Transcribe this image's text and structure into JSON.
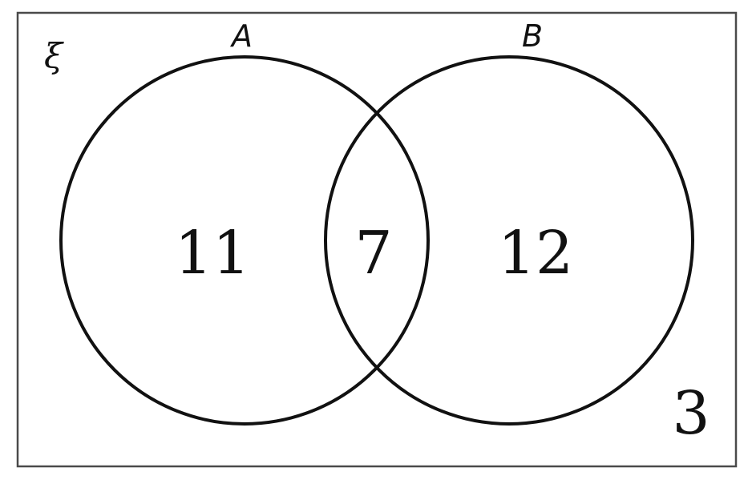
{
  "diagram": {
    "universal_symbol": "ξ",
    "sets": [
      {
        "label": "A"
      },
      {
        "label": "B"
      }
    ],
    "regions": {
      "a_only": "11",
      "intersection": "7",
      "b_only": "12",
      "outside": "3"
    }
  }
}
